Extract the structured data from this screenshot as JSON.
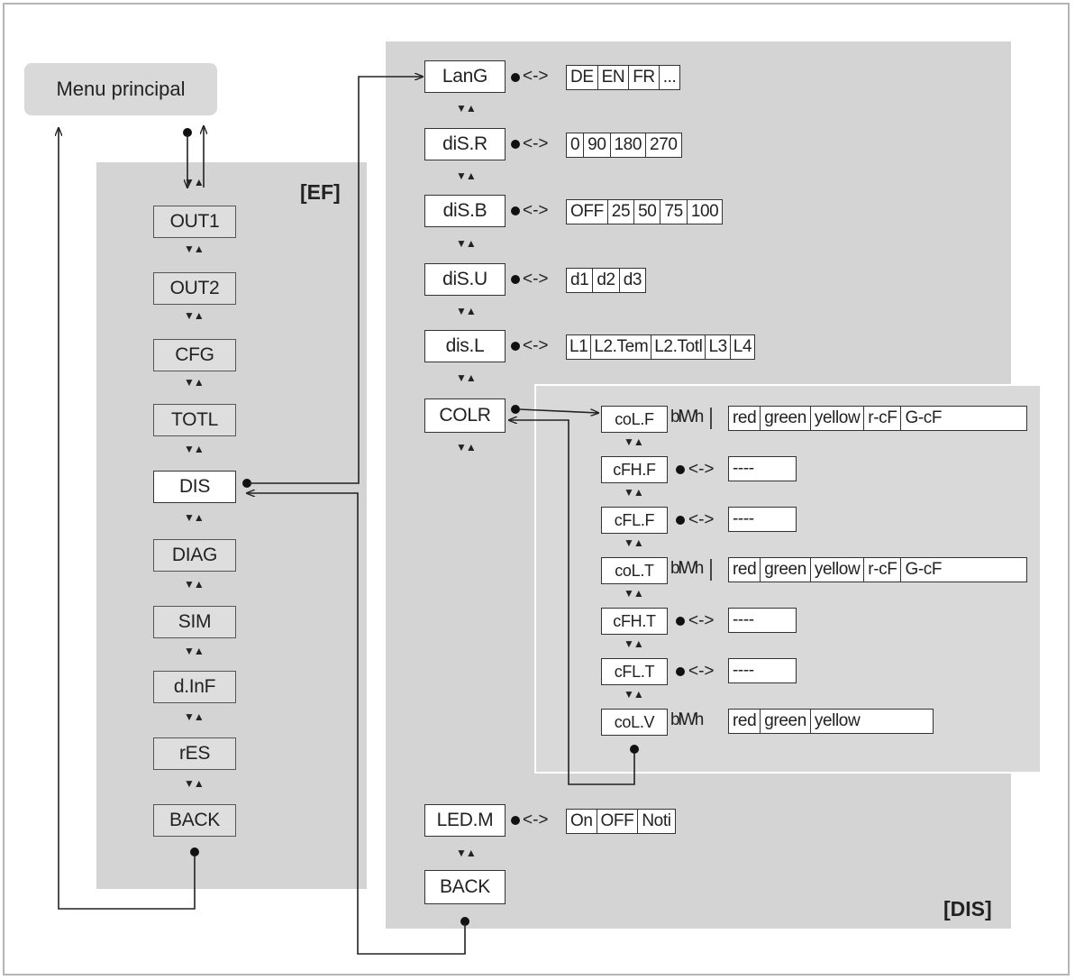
{
  "main_menu": {
    "label": "Menu principal"
  },
  "ef_panel": {
    "label": "[EF]",
    "items": [
      "OUT1",
      "OUT2",
      "CFG",
      "TOTL",
      "DIS",
      "DIAG",
      "SIM",
      "d.InF",
      "rES",
      "BACK"
    ]
  },
  "dis_panel": {
    "label": "[DIS]",
    "items": [
      {
        "name": "LanG",
        "options": [
          "DE",
          "EN",
          "FR",
          "..."
        ]
      },
      {
        "name": "diS.R",
        "options": [
          "0",
          "90",
          "180",
          "270"
        ]
      },
      {
        "name": "diS.B",
        "options": [
          "OFF",
          "25",
          "50",
          "75",
          "100"
        ]
      },
      {
        "name": "diS.U",
        "options": [
          "d1",
          "d2",
          "d3"
        ]
      },
      {
        "name": "dis.L",
        "options": [
          "L1",
          "L2.Tem",
          "L2.Totl",
          "L3",
          "L4"
        ]
      },
      {
        "name": "COLR"
      },
      {
        "name": "LED.M",
        "options": [
          "On",
          "OFF",
          "Noti"
        ]
      },
      {
        "name": "BACK"
      }
    ]
  },
  "colr_panel": {
    "items": [
      {
        "name": "coL.F",
        "prefix": "blWh",
        "options": [
          "red",
          "green",
          "yellow",
          "r-cF",
          "G-cF"
        ]
      },
      {
        "name": "cFH.F",
        "options": [
          "----"
        ]
      },
      {
        "name": "cFL.F",
        "options": [
          "----"
        ]
      },
      {
        "name": "coL.T",
        "prefix": "blWh",
        "options": [
          "red",
          "green",
          "yellow",
          "r-cF",
          "G-cF"
        ]
      },
      {
        "name": "cFH.T",
        "options": [
          "----"
        ]
      },
      {
        "name": "cFL.T",
        "options": [
          "----"
        ]
      },
      {
        "name": "coL.V",
        "prefix": "blWh",
        "options": [
          "red",
          "green",
          "yellow"
        ]
      }
    ]
  },
  "symbols": {
    "nav": "▼▲",
    "bidirectional": "<->"
  }
}
